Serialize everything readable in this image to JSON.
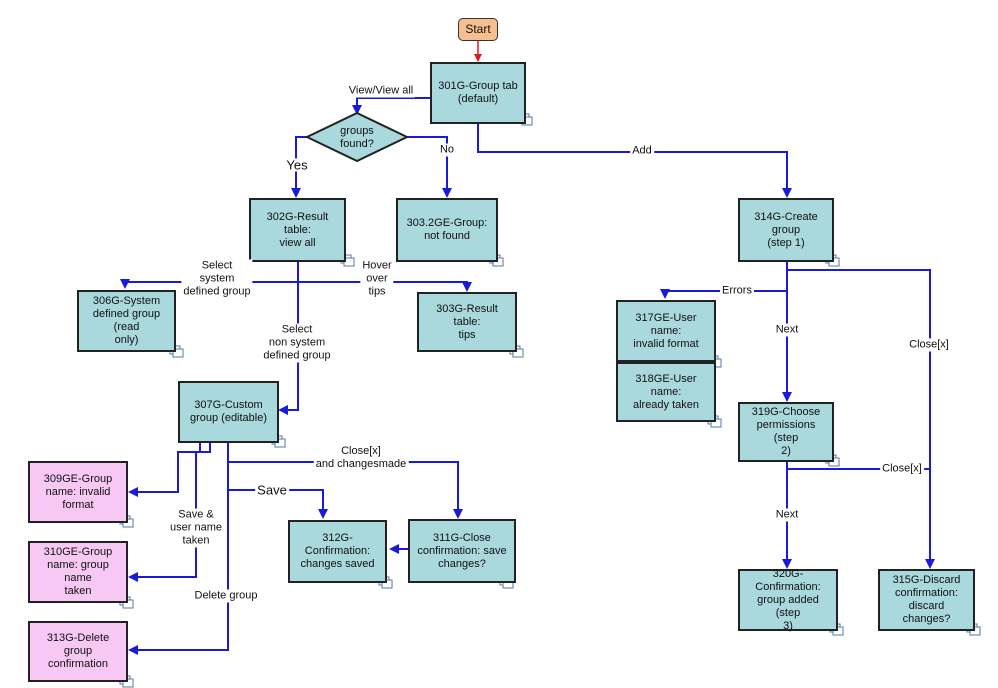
{
  "start": "Start",
  "decision": "groups\nfound?",
  "nodes": {
    "n301": "301G-Group tab\n(default)",
    "n302": "302G-Result table:\nview all",
    "n3032": "303.2GE-Group:\nnot found",
    "n314": "314G-Create group\n(step 1)",
    "n306": "306G-System\ndefined group (read\nonly)",
    "n303": "303G-Result table:\ntips",
    "n307": "307G-Custom\ngroup (editable)",
    "n317": "317GE-User name:\ninvalid format",
    "n318": "318GE-User name:\nalready taken",
    "n319": "319G-Choose\npermissions (step\n2)",
    "n309": "309GE-Group\nname: invalid\nformat",
    "n310": "310GE-Group\nname: group name\ntaken",
    "n313": "313G-Delete group\nconfirmation",
    "n312": "312G-\nConfirmation:\nchanges saved",
    "n311": "311G-Close\nconfirmation: save\nchanges?",
    "n320": "320G-Confirmation:\ngroup added (step\n3)",
    "n315": "315G-Discard\nconfirmation:\ndiscard changes?"
  },
  "labels": {
    "view_all": "View/View all",
    "yes": "Yes",
    "no": "No",
    "add": "Add",
    "select_system": "Select\nsystem\ndefined group",
    "hover": "Hover\nover\ntips",
    "select_non_system": "Select\nnon system\ndefined group",
    "errors": "Errors",
    "next1": "Next",
    "close1": "Close[x]",
    "close_changes": "Close[x]\nand changesmade",
    "save": "Save",
    "save_taken": "Save &\nuser name\ntaken",
    "delete_group": "Delete group",
    "close2": "Close[x]",
    "next2": "Next"
  },
  "colors": {
    "screen_box": "#a9d8dd",
    "error_box": "#f6c8f3",
    "start_box": "#f5bf8f",
    "arrow": "#1a1adb",
    "start_arrow": "#e01818"
  }
}
